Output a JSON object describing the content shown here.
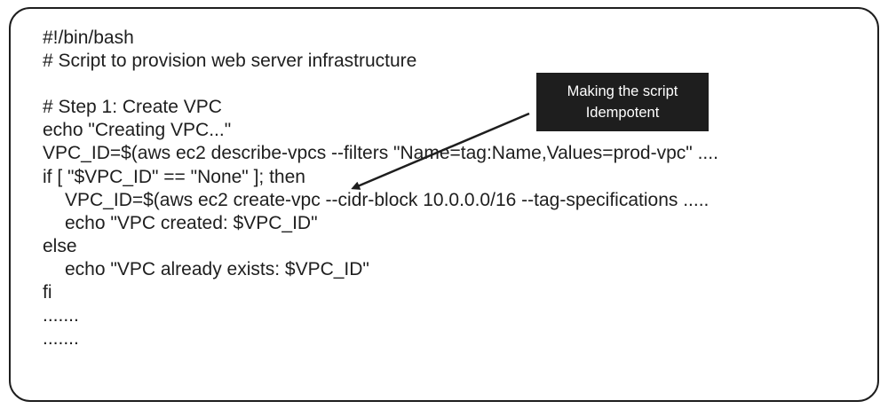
{
  "code_lines": [
    {
      "text": "#!/bin/bash",
      "indent": false
    },
    {
      "text": "# Script to provision web server infrastructure",
      "indent": false
    },
    {
      "text": "",
      "indent": false
    },
    {
      "text": "# Step 1: Create VPC",
      "indent": false
    },
    {
      "text": "echo \"Creating VPC...\"",
      "indent": false
    },
    {
      "text": "VPC_ID=$(aws ec2 describe-vpcs --filters \"Name=tag:Name,Values=prod-vpc\" ....",
      "indent": false
    },
    {
      "text": "if [ \"$VPC_ID\" == \"None\" ]; then",
      "indent": false
    },
    {
      "text": "VPC_ID=$(aws ec2 create-vpc --cidr-block 10.0.0.0/16 --tag-specifications .....",
      "indent": true
    },
    {
      "text": "echo \"VPC created: $VPC_ID\"",
      "indent": true
    },
    {
      "text": "else",
      "indent": false
    },
    {
      "text": "echo \"VPC already exists: $VPC_ID\"",
      "indent": true
    },
    {
      "text": "fi",
      "indent": false
    },
    {
      "text": ".......",
      "indent": false
    },
    {
      "text": ".......",
      "indent": false
    }
  ],
  "callout": {
    "line1": "Making the script",
    "line2": "Idempotent"
  },
  "colors": {
    "ink": "#1e1e1e",
    "background": "#ffffff",
    "callout_text": "#ffffff"
  }
}
